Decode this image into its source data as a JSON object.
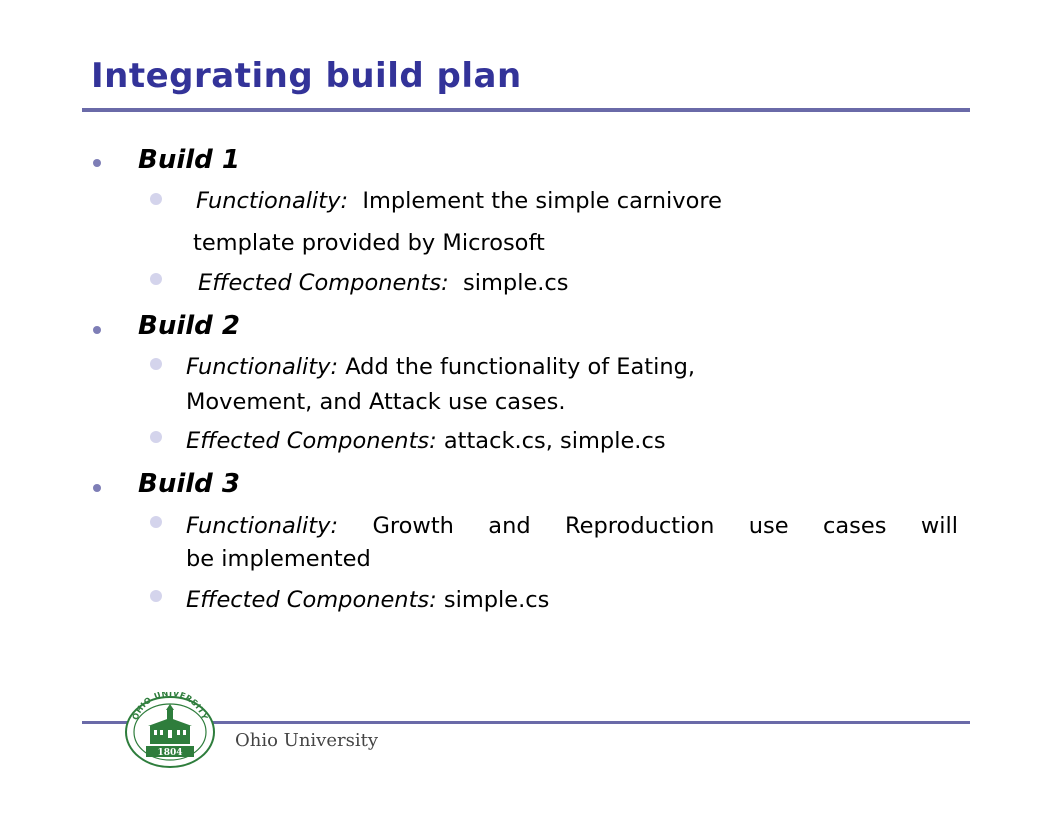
{
  "slide": {
    "title": "Integrating build plan"
  },
  "builds": [
    {
      "heading": "Build 1",
      "func_label": "Functionality:",
      "func_text_1": "Implement the simple carnivore",
      "func_text_2": "template provided by Microsoft",
      "comp_label": "Effected Components:",
      "comp_text": "simple.cs"
    },
    {
      "heading": "Build 2",
      "func_label": "Functionality:",
      "func_text_1": "Add the functionality of Eating,",
      "func_text_2": "Movement, and Attack use cases.",
      "comp_label": "Effected Components:",
      "comp_text": "attack.cs, simple.cs"
    },
    {
      "heading": "Build 3",
      "func_label": "Functionality:",
      "func_text_1": "Growth and Reproduction use cases will",
      "func_text_2": "be implemented",
      "comp_label": "Effected Components:",
      "comp_text": "simple.cs"
    }
  ],
  "footer": {
    "institution": "Ohio University",
    "seal_top": "OHIO UNIVERSITY",
    "seal_year": "1804"
  },
  "colors": {
    "title": "#333399",
    "rule": "#6a6aa8",
    "seal_green": "#2e7d3c"
  }
}
